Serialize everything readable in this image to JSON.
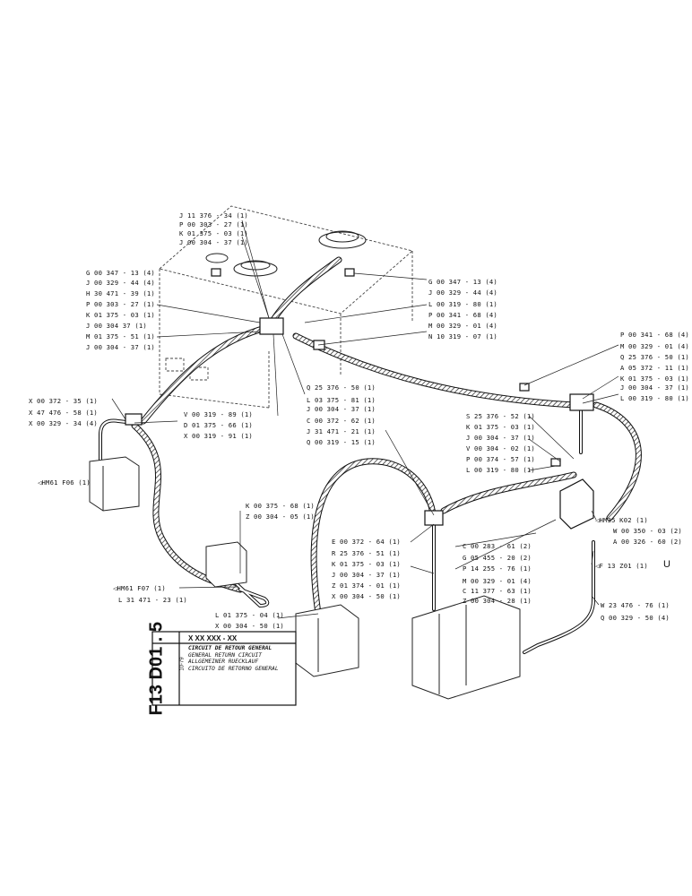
{
  "sheet": {
    "code": "F13 D01 . 5",
    "date": "10-79",
    "part_placeholder": "X XX XXX - XX",
    "titles": [
      "CIRCUIT DE RETOUR GENERAL",
      "GENERAL RETURN CIRCUIT",
      "ALLGEMEINER RUECKLAUF",
      "CIRCUITO DE RETORNO GENERAL"
    ]
  },
  "callouts": {
    "top_center": [
      "J 11 376 - 34 (1)",
      "P 00 303 - 27 (1)",
      "K 01 375 - 03 (1)",
      "J 00 304 - 37 (1)"
    ],
    "left_group": [
      "G 00 347 - 13 (4)",
      "J 00 329 - 44 (4)",
      "H 30 471 - 39 (1)",
      "P 00 303 - 27 (1)",
      "K 01 375 - 03 (1)",
      "J 00 304  37 (1)",
      "M 01 375 - 51 (1)",
      "J 00 304 - 37 (1)"
    ],
    "right_top_group": [
      "G 00 347 - 13 (4)",
      "J 00 329 - 44 (4)",
      "L 00 319 - 80 (1)",
      "P 00 341 - 68 (4)",
      "M 00 329 - 01 (4)",
      "N 10 319 - 07 (1)"
    ],
    "center_under": [
      "Q 25 376 - 50 (1)",
      "L 03 375 - 81 (1)",
      "J 00 304 - 37 (1)",
      "C 00 372 - 62 (1)",
      "J 31 471 - 21 (1)",
      "Q 00 319 - 15 (1)"
    ],
    "left_mid": [
      "X 00 372 - 35 (1)",
      "X 47 476 - 58 (1)",
      "X 00 329 - 34 (4)"
    ],
    "left_mid_right": [
      "V 00 319 - 89 (1)",
      "D 01 375 - 66 (1)",
      "X 00 319 - 91 (1)"
    ],
    "hm61_f06": "HM61  F06 (1)",
    "mid_small": [
      "K 00 375 - 68 (1)",
      "Z 00 304 - 05 (1)"
    ],
    "hm61_f07": "HM61  F07 (1)",
    "l31": "L 31 471 - 23 (1)",
    "bottom_left": [
      "L 01 375 - 04 (1)",
      "X 00 304 - 50 (1)"
    ],
    "right_group": [
      "P 00 341 - 68 (4)",
      "M 00 329 - 01 (4)",
      "Q 25 376 - 50 (1)",
      "A 05 372 - 11 (1)",
      "K 01 375 - 03 (1)",
      "J 00 304 - 37 (1)",
      "L 00 319 - 80 (1)"
    ],
    "right_mid": [
      "S 25 376 - 52 (1)",
      "K 01 375 - 03 (1)",
      "J 00 304 - 37 (1)",
      "V 00 304 - 02 (1)",
      "P 00 374 - 57 (1)",
      "L 00 319 - 80 (1)"
    ],
    "hm35": "HM35  K02 (1)",
    "right_w_a": [
      "W 00 350 - 03 (2)",
      "A 00 326 - 60 (2)"
    ],
    "f13": "F 13  Z01 (1)",
    "u_mark": "U",
    "center_bottom": [
      "E 00 372 - 64 (1)",
      "R 25 376 - 51 (1)",
      "K 01 375 - 03 (1)",
      "J 00 304 - 37 (1)",
      "Z 01 374 - 01 (1)",
      "X 00 304 - 50 (1)"
    ],
    "center_bottom_right": [
      "C 00 283 - 61 (2)",
      "G 05 455 - 20 (2)",
      "P 14 255 - 76 (1)",
      "M 00 329 - 01 (4)",
      "C 11 377 - 63 (1)",
      "Z 00 304 - 28 (1)"
    ],
    "right_bottom": [
      "W 23 476 - 76 (1)",
      "Q 00 329 - 50 (4)"
    ]
  }
}
